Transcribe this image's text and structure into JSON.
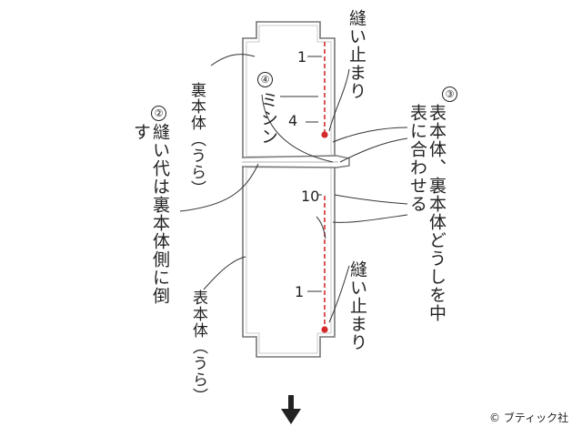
{
  "labels": {
    "stop_top": "縫い止まり",
    "stop_bottom": "縫い止まり",
    "lining": "裏本体（うら）",
    "outer": "表本体（うら）",
    "step2_num": "②",
    "step2_text": "縫い代は裏本体側に倒す",
    "step3_num": "③",
    "step3_text": "表本体、裏本体どうしを中表に合わせる",
    "step4_num": "④",
    "step4_text": "ミシン"
  },
  "dimensions": {
    "top": "1",
    "mid": "4",
    "ten": "10",
    "bottom": "1"
  },
  "credit": "© ブティック社",
  "colors": {
    "stitch": "#d42a2a",
    "outline": "#777777",
    "text": "#222222"
  }
}
